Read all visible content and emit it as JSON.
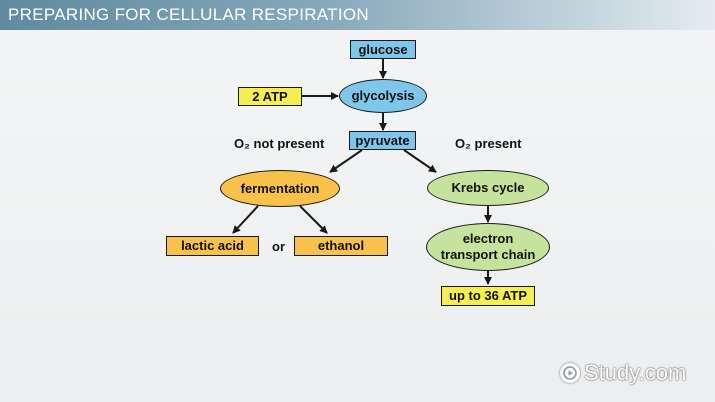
{
  "header": {
    "title": "PREPARING FOR CELLULAR RESPIRATION"
  },
  "diagram": {
    "nodes": {
      "glucose": "glucose",
      "atp_input": "2 ATP",
      "glycolysis": "glycolysis",
      "pyruvate": "pyruvate",
      "fermentation": "fermentation",
      "krebs": "Krebs cycle",
      "lactic_acid": "lactic acid",
      "ethanol": "ethanol",
      "etc_line1": "electron",
      "etc_line2": "transport chain",
      "atp_output": "up to 36 ATP"
    },
    "labels": {
      "o2_not_present": "O₂ not present",
      "o2_present": "O₂ present",
      "or": "or"
    },
    "colors": {
      "blue": "#7fc7ea",
      "yellow": "#f5ef52",
      "orange": "#f7c14a",
      "green": "#c6e39e"
    }
  },
  "watermark": {
    "text": "Study.com"
  }
}
